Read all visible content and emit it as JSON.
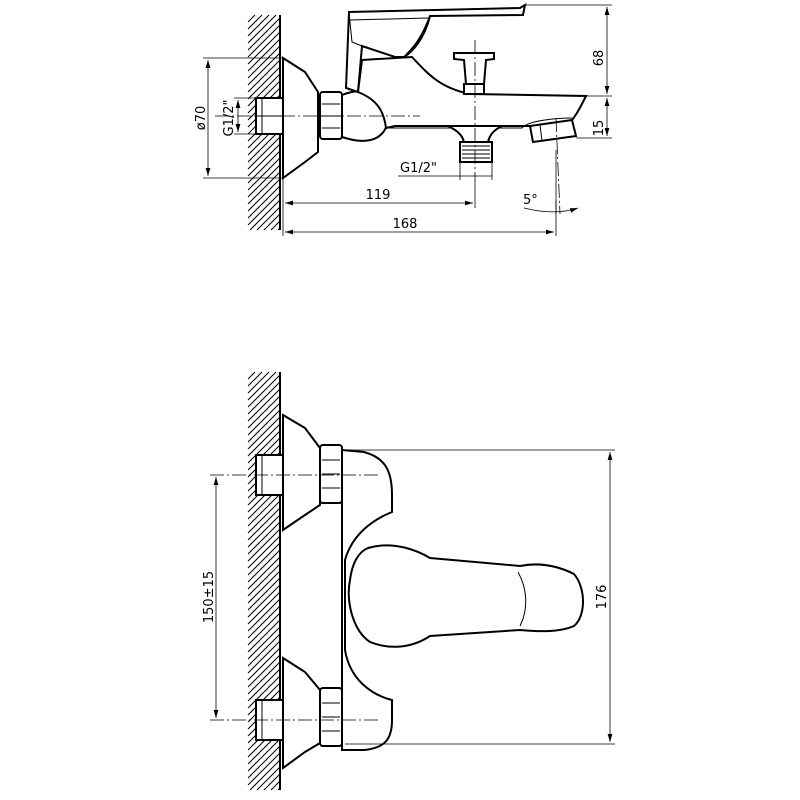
{
  "side_view": {
    "dim_height_body": "68",
    "dim_height_spout": "15",
    "dim_diameter": "ø70",
    "dim_thread_inlet": "G1/2\"",
    "dim_thread_outlet": "G1/2\"",
    "dim_length_outlet": "119",
    "dim_length_total": "168",
    "dim_angle": "5°"
  },
  "top_view": {
    "dim_center_distance": "150±15",
    "dim_width": "176"
  }
}
